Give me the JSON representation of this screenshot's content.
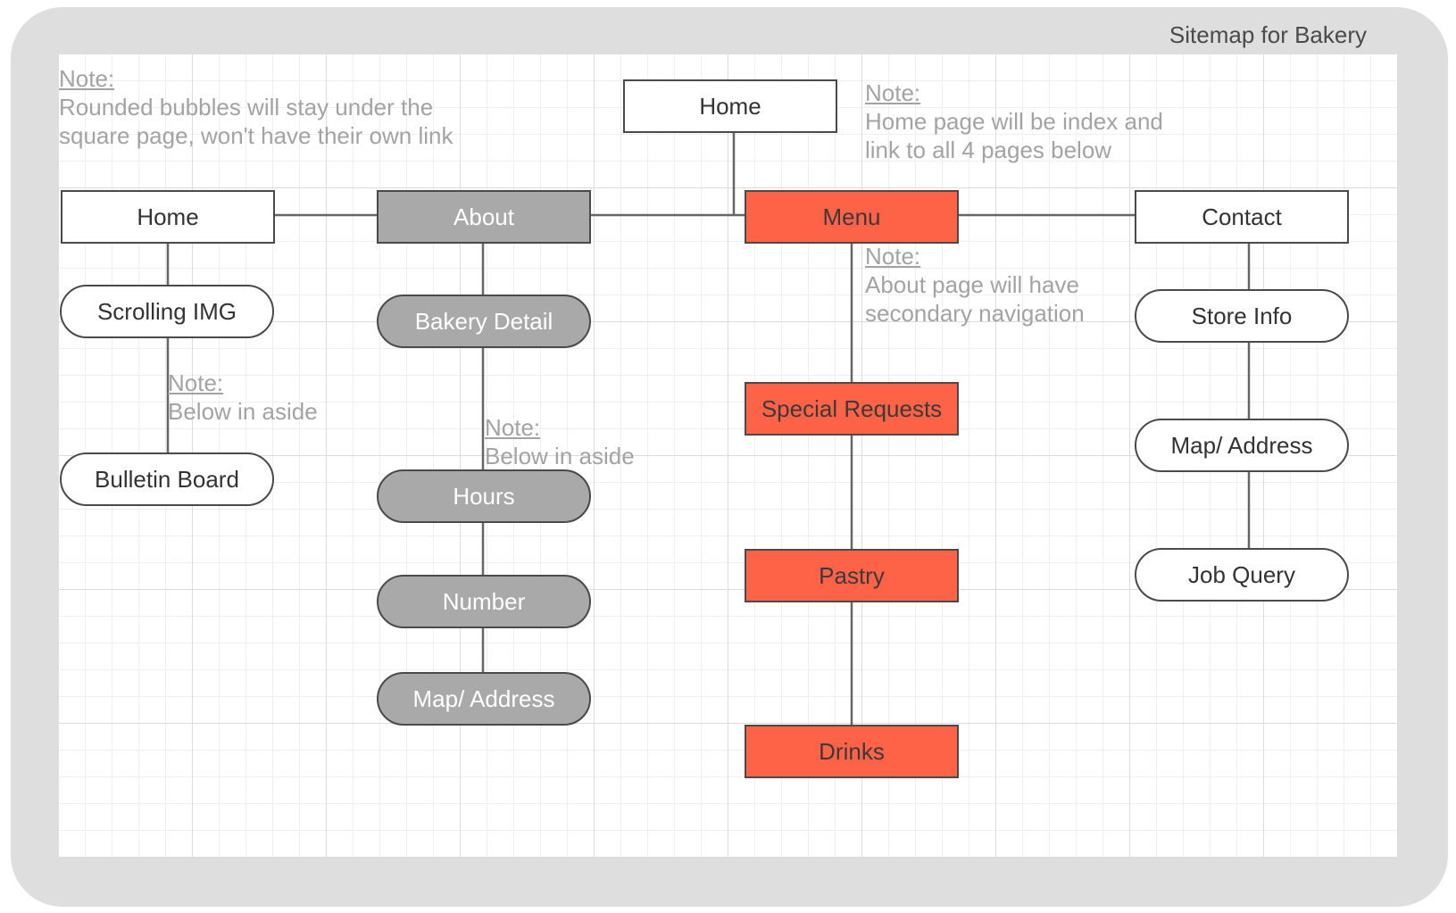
{
  "title": "Sitemap for Bakery",
  "colors": {
    "page_white": "#ffffff",
    "about_grey": "#a9a9a9",
    "menu_orange": "#ff6347",
    "note_text": "#a3a3a3",
    "connector": "#666666"
  },
  "nodes": {
    "home_root": "Home",
    "home": "Home",
    "about": "About",
    "menu": "Menu",
    "contact": "Contact",
    "scrolling_img": "Scrolling IMG",
    "bulletin_board": "Bulletin Board",
    "bakery_detail": "Bakery Detail",
    "hours": "Hours",
    "number": "Number",
    "about_map": "Map/ Address",
    "special_requests": "Special Requests",
    "pastry": "Pastry",
    "drinks": "Drinks",
    "store_info": "Store Info",
    "contact_map": "Map/ Address",
    "job_query": "Job Query"
  },
  "notes": {
    "bubbles": {
      "heading": "Note:",
      "lines": [
        "Rounded bubbles will stay under the",
        "square page, won't have their own link"
      ]
    },
    "home": {
      "heading": "Note:",
      "lines": [
        "Home page will be index and",
        "link to all 4 pages below"
      ]
    },
    "about": {
      "heading": "Note:",
      "lines": [
        "About page will have",
        "secondary navigation"
      ]
    },
    "home_aside": {
      "heading": "Note:",
      "lines": [
        "Below in aside"
      ]
    },
    "about_aside": {
      "heading": "Note:",
      "lines": [
        "Below in aside"
      ]
    }
  }
}
